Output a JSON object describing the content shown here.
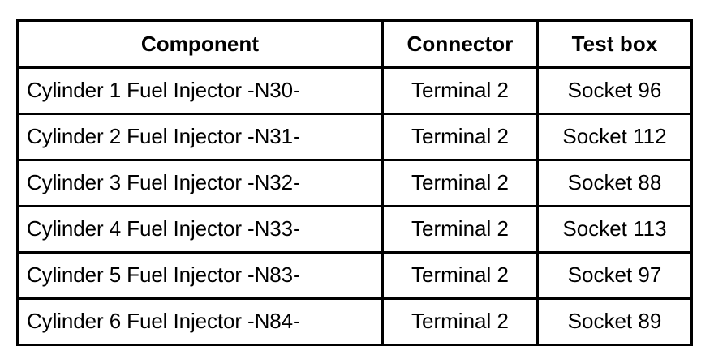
{
  "table": {
    "columns": [
      {
        "key": "component",
        "label": "Component",
        "align": "left"
      },
      {
        "key": "connector",
        "label": "Connector",
        "align": "center"
      },
      {
        "key": "test_box",
        "label": "Test box",
        "align": "center"
      }
    ],
    "headers": {
      "component": "Component",
      "connector": "Connector",
      "test_box": "Test box"
    },
    "rows": [
      {
        "component": "Cylinder 1 Fuel Injector -N30-",
        "connector": "Terminal 2",
        "test_box": "Socket 96"
      },
      {
        "component": "Cylinder 2 Fuel Injector -N31-",
        "connector": "Terminal 2",
        "test_box": "Socket 112"
      },
      {
        "component": "Cylinder 3 Fuel Injector -N32-",
        "connector": "Terminal 2",
        "test_box": "Socket 88"
      },
      {
        "component": "Cylinder 4 Fuel Injector -N33-",
        "connector": "Terminal 2",
        "test_box": "Socket 113"
      },
      {
        "component": "Cylinder 5 Fuel Injector -N83-",
        "connector": "Terminal 2",
        "test_box": "Socket 97"
      },
      {
        "component": "Cylinder 6 Fuel Injector -N84-",
        "connector": "Terminal 2",
        "test_box": "Socket 89"
      }
    ],
    "colors": {
      "border": "#000000",
      "text": "#000000",
      "background": "#ffffff"
    }
  }
}
